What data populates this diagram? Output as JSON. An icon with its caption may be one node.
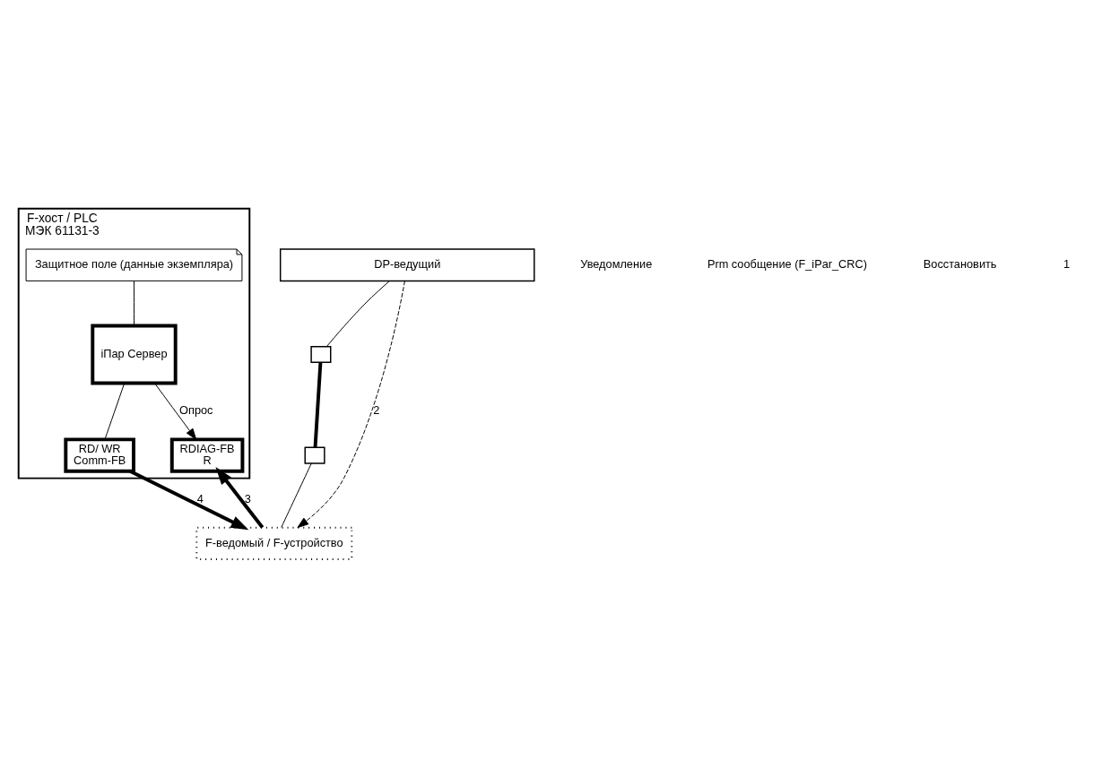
{
  "diagram": {
    "nodes": [
      {
        "text": [
          "F-хост / PLC",
          "МЭК 61131-3"
        ]
      },
      {
        "text": [
          "Защитное поле (данные экземпляра)"
        ],
        "in": 0
      },
      {
        "text": [
          "iПар Сервер"
        ],
        "in": 0
      },
      {
        "text": [
          "RD/ WR",
          "Comm-FB"
        ],
        "in": 0
      },
      {
        "text": [
          "RDIAG-FB",
          "R"
        ],
        "in": 0
      },
      {
        "text": [
          "DP-ведущий"
        ]
      },
      {
        "text": [],
        "shape": "box"
      },
      {
        "text": [],
        "shape": "box"
      },
      {
        "text": [
          "F-ведомый / F-устройство"
        ]
      }
    ],
    "edges": [
      {
        "from": 1,
        "to": 2,
        "arrow": "none"
      },
      {
        "from": 2,
        "to": 3,
        "arrow": "none"
      },
      {
        "from": 2,
        "to": 4,
        "arrow": "to",
        "label": "Опрос"
      },
      {
        "from": 8,
        "to": 4,
        "arrow": "to",
        "label": "3",
        "style": "thick"
      },
      {
        "from": 3,
        "to": 8,
        "arrow": "to",
        "label": "4",
        "style": "thick"
      },
      {
        "from": 5,
        "to": 6,
        "arrow": "none"
      },
      {
        "from": 5,
        "to": 8,
        "arrow": "to",
        "label": "2",
        "style": "dashed"
      },
      {
        "from": 7,
        "to": 8,
        "arrow": "none"
      },
      {
        "from": 6,
        "to": 7,
        "arrow": "none",
        "style": "thick"
      }
    ],
    "labels": [
      "Уведомление",
      "Prm сообщение (F_iPar_CRC)",
      "Восстановить",
      "1"
    ]
  }
}
